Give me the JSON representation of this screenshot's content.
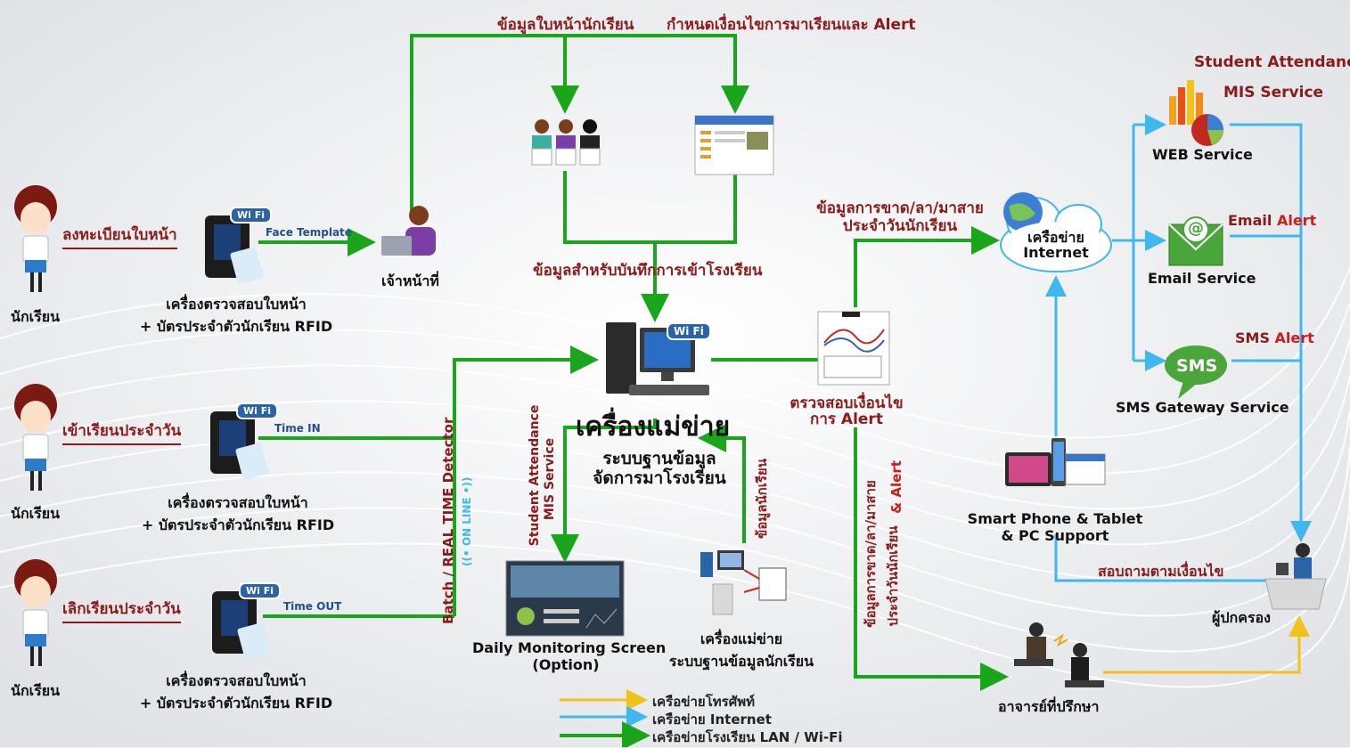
{
  "colors": {
    "lan": "#1aa61a",
    "internet": "#3eb8ef",
    "phone": "#f2c21a",
    "title_red": "#8b1a1a",
    "alert_red": "#d21a1a"
  },
  "students": [
    {
      "label": "นักเรียน",
      "action": "ลงทะเบียนใบหน้า",
      "signal": "Face Template",
      "device_line1": "เครื่องตรวจสอบใบหน้า",
      "device_line2": "+ บัตรประจำตัวนักเรียน RFID"
    },
    {
      "label": "นักเรียน",
      "action": "เข้าเรียนประจำวัน",
      "signal": "Time IN",
      "device_line1": "เครื่องตรวจสอบใบหน้า",
      "device_line2": "+ บัตรประจำตัวนักเรียน RFID"
    },
    {
      "label": "นักเรียน",
      "action": "เลิกเรียนประจำวัน",
      "signal": "Time OUT",
      "device_line1": "เครื่องตรวจสอบใบหน้า",
      "device_line2": "+ บัตรประจำตัวนักเรียน RFID"
    }
  ],
  "wifi_badge": "Wi Fi",
  "staff_label": "เจ้าหน้าที่",
  "top": {
    "face_data": "ข้อมูลใบหน้านักเรียน",
    "conditions": "กำหนดเงื่อนไขการมาเรียนและ Alert",
    "record_data": "ข้อมูลสำหรับบันทึกการเข้าโรงเรียน"
  },
  "server": {
    "title": "เครื่องแม่ข่าย",
    "sub1": "ระบบฐานข้อมูล",
    "sub2": "จัดการมาโรงเรียน"
  },
  "vertical": {
    "batch": "Batch / REAL TIME Detector",
    "online": "((• ON LINE •))",
    "mis": "Student Attendance",
    "mis2": "MIS Service",
    "student_data": "ข้อมูลนักเรียน"
  },
  "monitor": {
    "line1": "Daily Monitoring Screen",
    "line2": "(Option)"
  },
  "db_server": {
    "line1": "เครื่องแม่ข่าย",
    "line2": "ระบบฐานข้อมูลนักเรียน"
  },
  "check": {
    "line1": "ตรวจสอบเงื่อนไข",
    "line2": "การ Alert"
  },
  "absence": {
    "line1": "ข้อมูลการขาด/ลา/มาสาย",
    "line2": "ประจำวันนักเรียน"
  },
  "absence_vert": {
    "line1": "ข้อมูลการขาด/ลา/มาสาย",
    "line2": "ประจำวันนักเรียน",
    "alert": "& Alert"
  },
  "internet": {
    "line1": "เครือข่าย",
    "line2": "Internet"
  },
  "services": {
    "mis_title1": "Student Attendance",
    "mis_title2": "MIS Service",
    "web": "WEB Service",
    "email_alert_a": "Email",
    "email_alert_b": "Alert",
    "email": "Email Service",
    "sms_alert_a": "SMS",
    "sms_alert_b": "Alert",
    "sms": "SMS Gateway Service",
    "sms_icon": "SMS",
    "email_icon": "@"
  },
  "devices": {
    "line1": "Smart Phone & Tablet",
    "line2": "& PC Support"
  },
  "inquiry": "สอบถามตามเงื่อนไข",
  "parent": "ผู้ปกครอง",
  "advisor": "อาจารย์ที่ปรึกษา",
  "legend": [
    {
      "label": "เครือข่ายโทรศัพท์",
      "type": "phone"
    },
    {
      "label": "เครือข่าย Internet",
      "type": "internet"
    },
    {
      "label": "เครือข่ายโรงเรียน LAN / Wi-Fi",
      "type": "lan"
    }
  ]
}
